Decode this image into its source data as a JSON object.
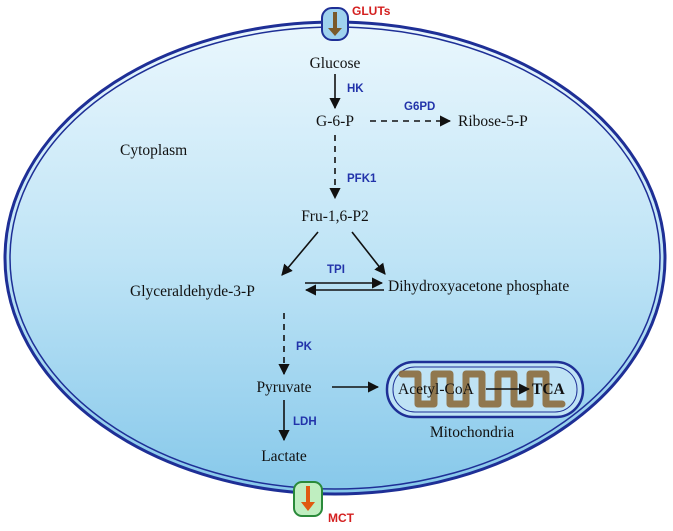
{
  "colors": {
    "cytoplasm_fill_top": "#e9f6fd",
    "cytoplasm_fill_bottom": "#8ccbec",
    "membrane": "#1e2f96",
    "enzyme": "#2233aa",
    "transporter_label": "#d42020",
    "mitochondria_fill": "#bfe3f5",
    "mitochondria_cristae": "#8b6a3c"
  },
  "transporters": {
    "top": "GLUTs",
    "bottom": "MCT"
  },
  "compartments": {
    "cytoplasm": "Cytoplasm",
    "mitochondria": "Mitochondria"
  },
  "metabolites": {
    "glucose": "Glucose",
    "g6p": "G-6-P",
    "ribose5p": "Ribose-5-P",
    "fru16p2": "Fru-1,6-P2",
    "gap": "Glyceraldehyde-3-P",
    "dhap": "Dihydroxyacetone phosphate",
    "pyruvate": "Pyruvate",
    "lactate": "Lactate",
    "acetylcoa": "Acetyl-CoA",
    "tca": "TCA"
  },
  "enzymes": {
    "hk": "HK",
    "g6pd": "G6PD",
    "pfk1": "PFK1",
    "tpi": "TPI",
    "pk": "PK",
    "ldh": "LDH"
  }
}
